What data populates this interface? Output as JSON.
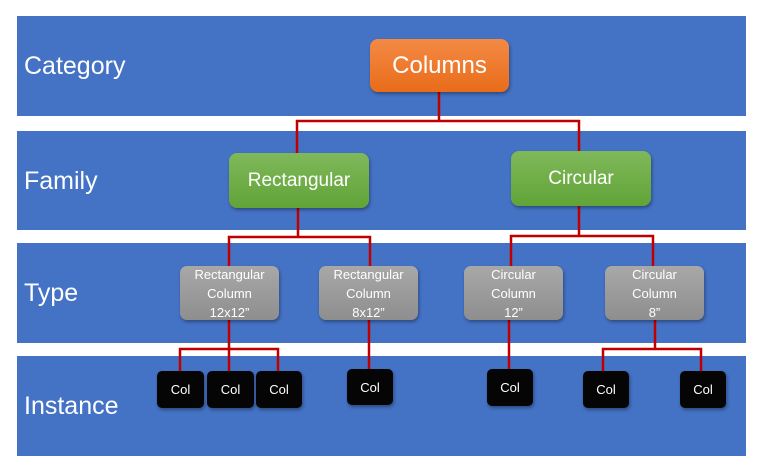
{
  "levels": [
    "Category",
    "Family",
    "Type",
    "Instance"
  ],
  "category": "Columns",
  "families": [
    "Rectangular",
    "Circular"
  ],
  "types": [
    "Rectangular\nColumn\n12x12”",
    "Rectangular\nColumn\n8x12”",
    "Circular\nColumn\n12”",
    "Circular\nColumn\n8”"
  ],
  "instances": [
    "Col",
    "Col",
    "Col",
    "Col",
    "Col",
    "Col",
    "Col"
  ],
  "colors": {
    "band": "#4472c4",
    "category": "#ed7d31",
    "family": "#70ad47",
    "type": "#9e9e9e",
    "instance": "#000000",
    "connector": "#c00000"
  }
}
